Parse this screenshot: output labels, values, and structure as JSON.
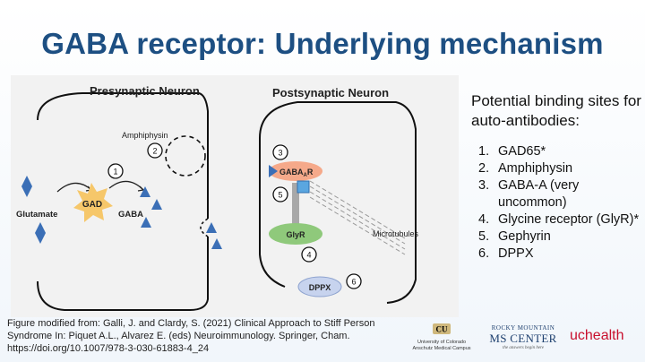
{
  "slide": {
    "title": "GABA receptor: Underlying mechanism"
  },
  "diagram": {
    "presynaptic_title": "Presynaptic Neuron",
    "postsynaptic_title": "Postsynaptic Neuron",
    "amphiphysin": "Amphiphysin",
    "glutamate": "Glutamate",
    "gad": "GAD",
    "gaba": "GABA",
    "gaba_a_r": "GABA",
    "gaba_a_r_sub": "A",
    "gaba_a_r_suffix": "R",
    "glyr": "GlyR",
    "dppx": "DPPX",
    "microtubules": "Microtubules",
    "markers": [
      "1",
      "2",
      "3",
      "4",
      "5",
      "6"
    ]
  },
  "binding_sites": {
    "heading": "Potential binding sites for auto-antibodies:",
    "items": [
      {
        "num": "1.",
        "text": "GAD65*"
      },
      {
        "num": "2.",
        "text": "Amphiphysin"
      },
      {
        "num": "3.",
        "text": "GABA-A (very uncommon)"
      },
      {
        "num": "4.",
        "text": "Glycine receptor (GlyR)*"
      },
      {
        "num": "5.",
        "text": "Gephyrin"
      },
      {
        "num": "6.",
        "text": "DPPX"
      }
    ]
  },
  "caption": "Figure modified from: Galli, J. and Clardy, S. (2021) Clinical Approach to Stiff Person Syndrome In: Piquet A.L., Alvarez E. (eds) Neuroimmunology. Springer, Cham. https://doi.org/10.1007/978-3-030-61883-4_24",
  "logos": {
    "cu_line1": "University of Colorado",
    "cu_line2": "Anschutz Medical Campus",
    "rm_line1": "ROCKY MOUNTAIN",
    "rm_line2": "MS CENTER",
    "rm_line3": "the answers begin here",
    "uchealth": "uchealth"
  },
  "colors": {
    "title": "#1d4f82",
    "diamond": "#3b6fb6",
    "gad_star": "#f6c76a",
    "gaba_receptor": "#f5a98a",
    "glyr": "#8fc97b",
    "dppx": "#c7d3ee",
    "uchealth": "#c8102e"
  }
}
